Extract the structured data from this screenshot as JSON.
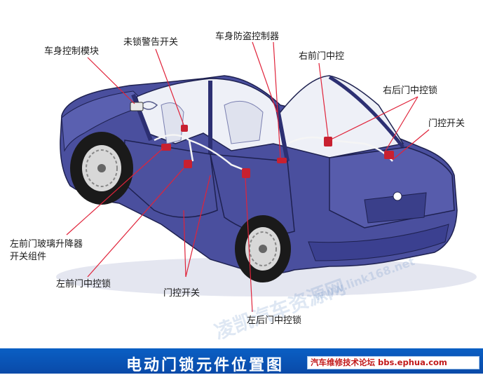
{
  "labels": {
    "body_control_module": "车身控制模块",
    "unlock_warning_switch": "未锁警告开关",
    "antitheft_controller": "车身防盗控制器",
    "right_front_central": "右前门中控",
    "right_rear_lock": "右后门中控锁",
    "door_switch_right": "门控开关",
    "left_front_window_switch": "左前门玻璃升降器开关组件",
    "left_front_lock": "左前门中控锁",
    "door_switch_center": "门控开关",
    "left_rear_lock": "左后门中控锁"
  },
  "banner": {
    "title": "电动门锁元件位置图",
    "forum": "汽车维修技术论坛 bbs.ephua.com"
  },
  "watermarks": {
    "brand_cn": "凌凯汽车资源网",
    "brand_url": "www.link168.net"
  },
  "colors": {
    "car_body": "#4a4f9e",
    "car_dark": "#2c2f72",
    "leader_line": "#e0233a",
    "component": "#c82030",
    "banner": "#0a55b8"
  }
}
